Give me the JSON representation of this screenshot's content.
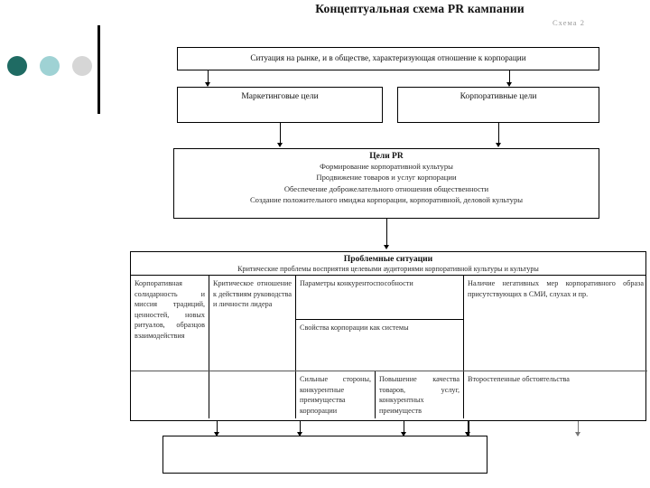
{
  "slide": {
    "title": "Концептуальная схема PR кампании",
    "schema_label": "Схема 2"
  },
  "decor": {
    "dots": [
      {
        "name": "dot-dark-teal",
        "color": "#1f6b63"
      },
      {
        "name": "dot-light-teal",
        "color": "#9fd2d4"
      },
      {
        "name": "dot-gray",
        "color": "#d6d6d6"
      }
    ]
  },
  "flow": {
    "situation": "Ситуация на рынке, и в обществе, характеризующая отношение к корпорации",
    "marketing_goals": "Маркетинговые цели",
    "corporate_goals": "Корпоративные цели",
    "pr_goals": {
      "heading": "Цели PR",
      "lines": [
        "Формирование корпоративной культуры",
        "Продвижение товаров и услуг корпорации",
        "Обеспечение доброжелательного отношения общественности",
        "Создание положительного имиджа корпорации, корпоративной, деловой культуры"
      ]
    }
  },
  "problems": {
    "title": "Проблемные ситуации",
    "subtitle": "Критические проблемы восприятия целевыми аудиториями корпоративной культуры и культуры",
    "cells": {
      "c1": "Корпоративная солидарность и миссия традиций, ценностей, новых ритуалов, образцов взаимодействия",
      "c2": "Критическое отношение к действиям руководства и личности лидера",
      "c3": "Параметры конкурентоспособности",
      "c4": "Свойства корпорации как системы",
      "c5": "Наличие негативных мер корпоративного образа присутствующих в СМИ, слухах и пр.",
      "c6": "Сильные стороны, конкурентные преимущества корпорации",
      "c7": "Повышение качества товаров, услуг, конкурентных преимуществ",
      "c8": "Второстепенные обстоятельства"
    }
  },
  "bottom_box": {
    "text": ""
  }
}
